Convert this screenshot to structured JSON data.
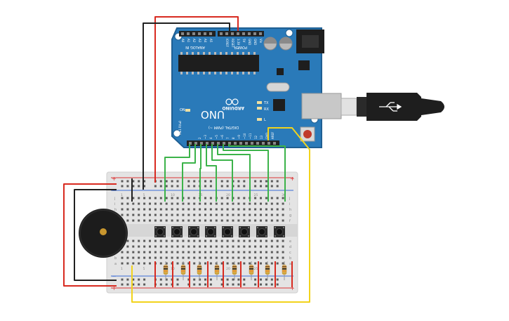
{
  "board": {
    "brand": "ARDUINO",
    "model": "UNO",
    "digital_label": "DIGITAL (PWM ~)",
    "power_label": "POWER",
    "analog_label": "ANALOG IN",
    "tx_label": "TX",
    "rx_label": "RX",
    "l_label": "L",
    "on_label": "ON",
    "txrx_header": "TX▸1 RX◂0",
    "analog_pins": [
      "A0",
      "A1",
      "A2",
      "A3",
      "A4",
      "A5"
    ],
    "power_pins": [
      "IOREF",
      "RESET",
      "3.3V",
      "5V",
      "GND",
      "GND",
      "Vin"
    ],
    "digital_pins": [
      "AREF",
      "GND",
      "13",
      "12",
      "~11",
      "~10",
      "~9",
      "8",
      "7",
      "~6",
      "~5",
      "4",
      "~3",
      "2"
    ],
    "colors": {
      "pcb": "#2a7ab9",
      "pcb_dark": "#1f5f93",
      "silk": "#ffffff"
    }
  },
  "breadboard": {
    "rail_plus": "+",
    "rail_minus": "−",
    "row_letters": [
      "j",
      "i",
      "h",
      "g",
      "f",
      "e",
      "d",
      "c",
      "b",
      "a"
    ],
    "column_numbers": [
      "1",
      "5",
      "10",
      "15",
      "20",
      "25",
      "30"
    ],
    "colors": {
      "body": "#e6e6e6",
      "hole": "#5a5a5a",
      "rail_red": "#d33",
      "rail_blue": "#3a6bd6"
    }
  },
  "components": {
    "pushbuttons": 8,
    "resistors": 8,
    "buzzer": 1
  },
  "wire_colors": {
    "red": "#d82a20",
    "black": "#202020",
    "green": "#3cb34a",
    "yellow": "#f2d31c"
  }
}
